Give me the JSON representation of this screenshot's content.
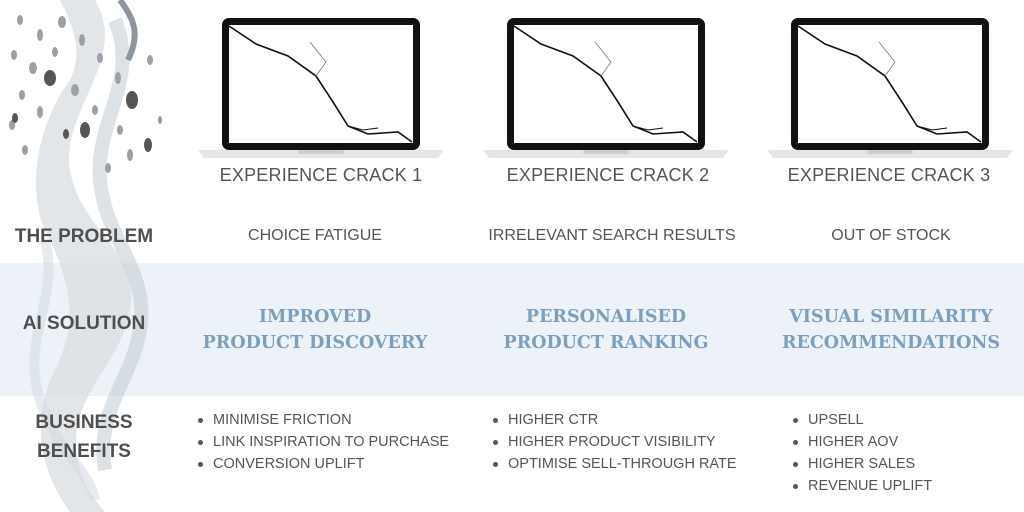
{
  "columns": [
    {
      "title": "EXPERIENCE CRACK 1",
      "problem": "CHOICE FATIGUE",
      "solution_line1": "IMPROVED",
      "solution_line2": "PRODUCT DISCOVERY",
      "benefits": [
        "MINIMISE FRICTION",
        "LINK INSPIRATION TO PURCHASE",
        "CONVERSION UPLIFT"
      ]
    },
    {
      "title": "EXPERIENCE CRACK 2",
      "problem": "IRRELEVANT SEARCH RESULTS",
      "solution_line1": "PERSONALISED",
      "solution_line2": "PRODUCT RANKING",
      "benefits": [
        "HIGHER CTR",
        "HIGHER PRODUCT VISIBILITY",
        "OPTIMISE SELL-THROUGH RATE"
      ]
    },
    {
      "title": "EXPERIENCE CRACK 3",
      "problem": "OUT OF STOCK",
      "solution_line1": "VISUAL SIMILARITY",
      "solution_line2": "RECOMMENDATIONS",
      "benefits": [
        "UPSELL",
        "HIGHER AOV",
        "HIGHER  SALES",
        "REVENUE UPLIFT"
      ]
    }
  ],
  "row_labels": {
    "problem": "THE PROBLEM",
    "solution": "AI SOLUTION",
    "benefits_line1": "BUSINESS",
    "benefits_line2": "BENEFITS"
  },
  "colors": {
    "solution_text": "#7d9ebe",
    "band": "#ecf2f7",
    "label_text": "#4f4f4f"
  },
  "icons": {
    "laptop": "cracked-laptop-icon",
    "decoration": "paint-brush-decoration"
  }
}
